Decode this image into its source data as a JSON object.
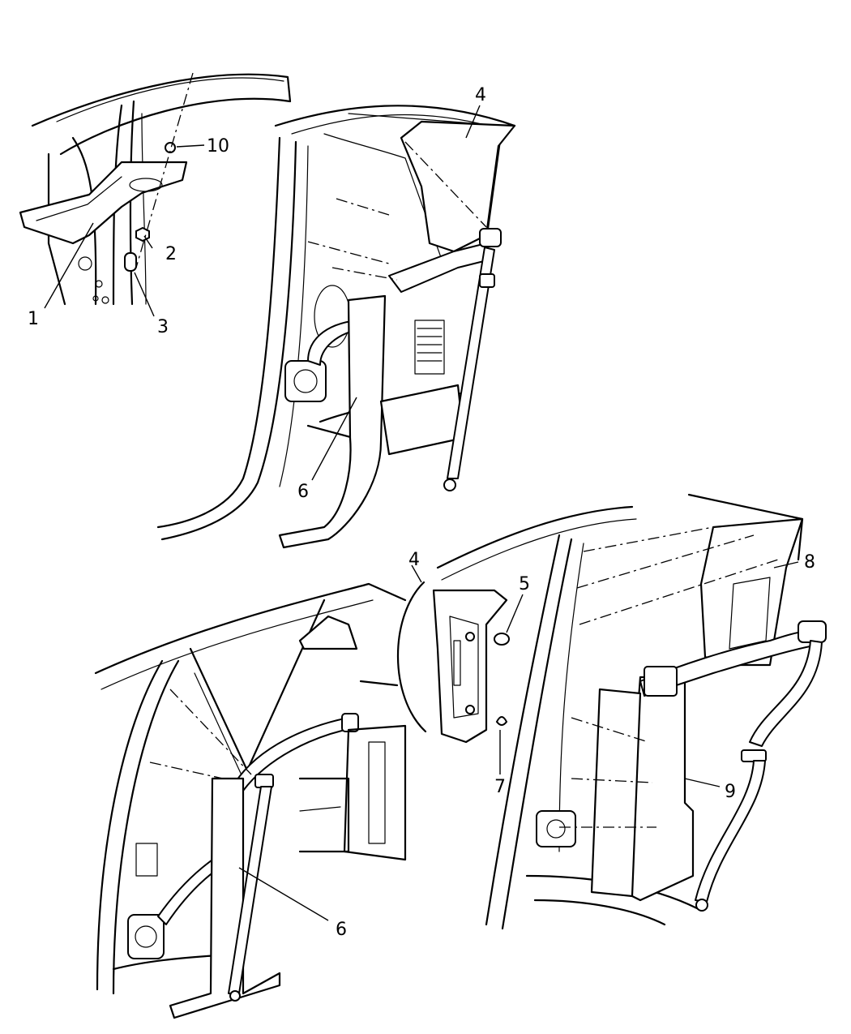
{
  "callouts": [
    {
      "id": "1",
      "label": "1"
    },
    {
      "id": "2",
      "label": "2"
    },
    {
      "id": "3",
      "label": "3"
    },
    {
      "id": "4a",
      "label": "4"
    },
    {
      "id": "4b",
      "label": "4"
    },
    {
      "id": "5",
      "label": "5"
    },
    {
      "id": "6a",
      "label": "6"
    },
    {
      "id": "6b",
      "label": "6"
    },
    {
      "id": "7",
      "label": "7"
    },
    {
      "id": "8",
      "label": "8"
    },
    {
      "id": "9",
      "label": "9"
    },
    {
      "id": "10",
      "label": "10"
    }
  ]
}
